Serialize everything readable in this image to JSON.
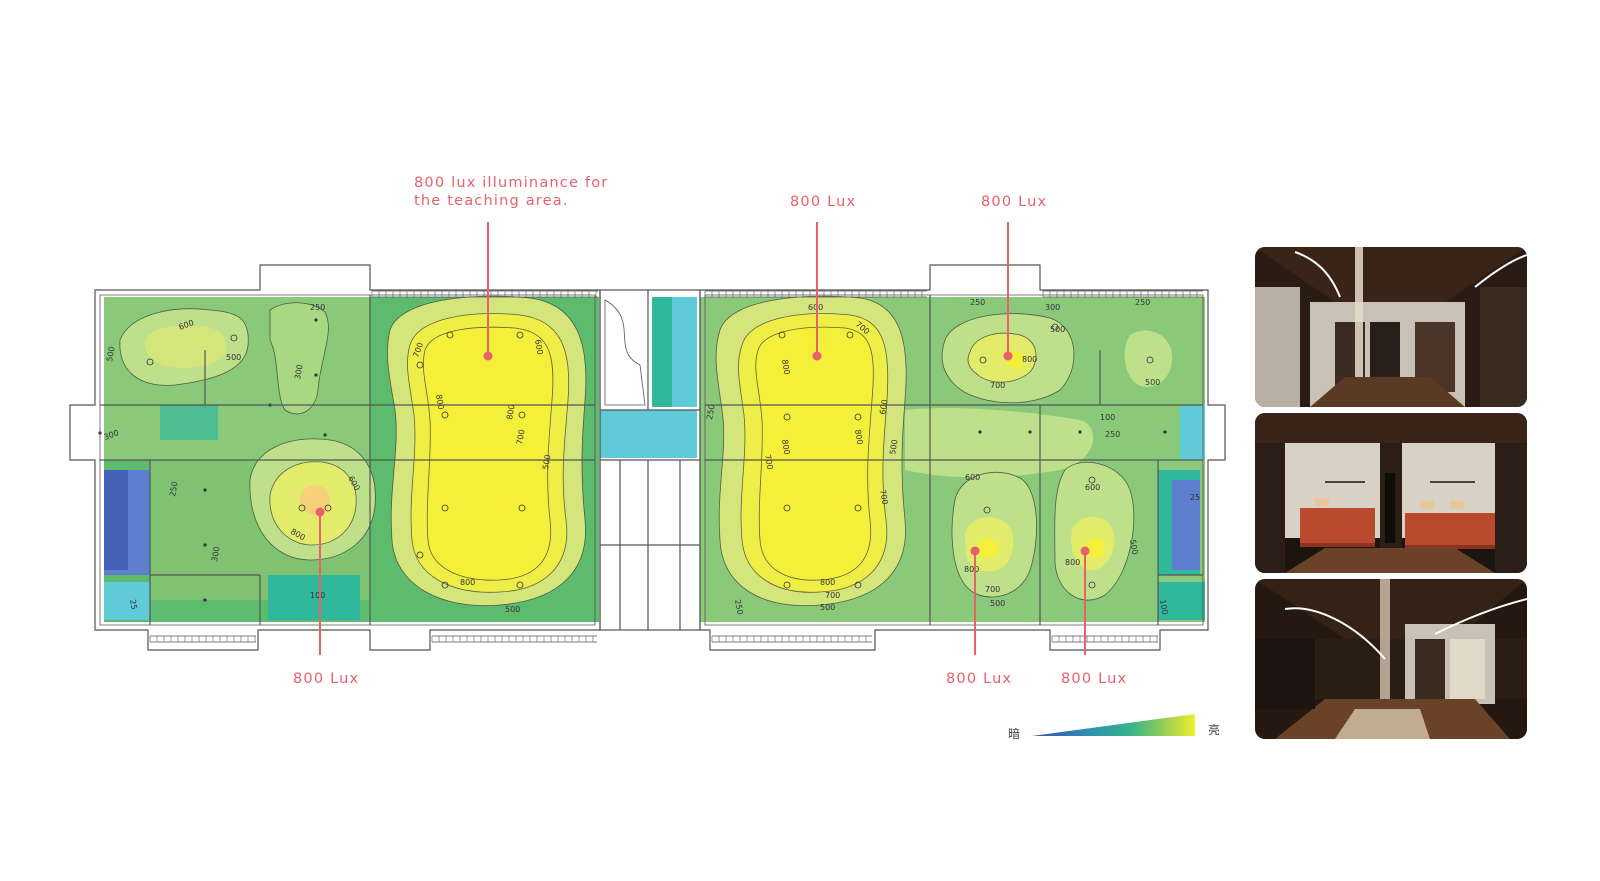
{
  "callouts": {
    "teaching_area": "800 lux illuminance for\nthe teaching area.",
    "top_center": "800 Lux",
    "top_right": "800 Lux",
    "bottom_left": "800 Lux",
    "bottom_right_a": "800 Lux",
    "bottom_right_b": "800 Lux"
  },
  "legend": {
    "dark_label": "暗",
    "bright_label": "亮",
    "gradient_colors": [
      "#3b4fa8",
      "#2f8fb0",
      "#35b38a",
      "#8fcc5a",
      "#f2ee2e"
    ]
  },
  "contour_values": [
    "25",
    "100",
    "250",
    "300",
    "500",
    "600",
    "700",
    "800"
  ],
  "illuminance_colors": {
    "dark": "#5e7fd0",
    "cyan": "#5fcad8",
    "teal": "#30b89a",
    "green_mid": "#5cbb6c",
    "green": "#8ac97a",
    "light_green": "#bfe08a",
    "yellow_green": "#e2ec6a",
    "yellow": "#f4f03a",
    "hot": "#f6d07a"
  },
  "photos": [
    {
      "name": "corridor-view"
    },
    {
      "name": "display-counter-view"
    },
    {
      "name": "hall-view"
    }
  ]
}
